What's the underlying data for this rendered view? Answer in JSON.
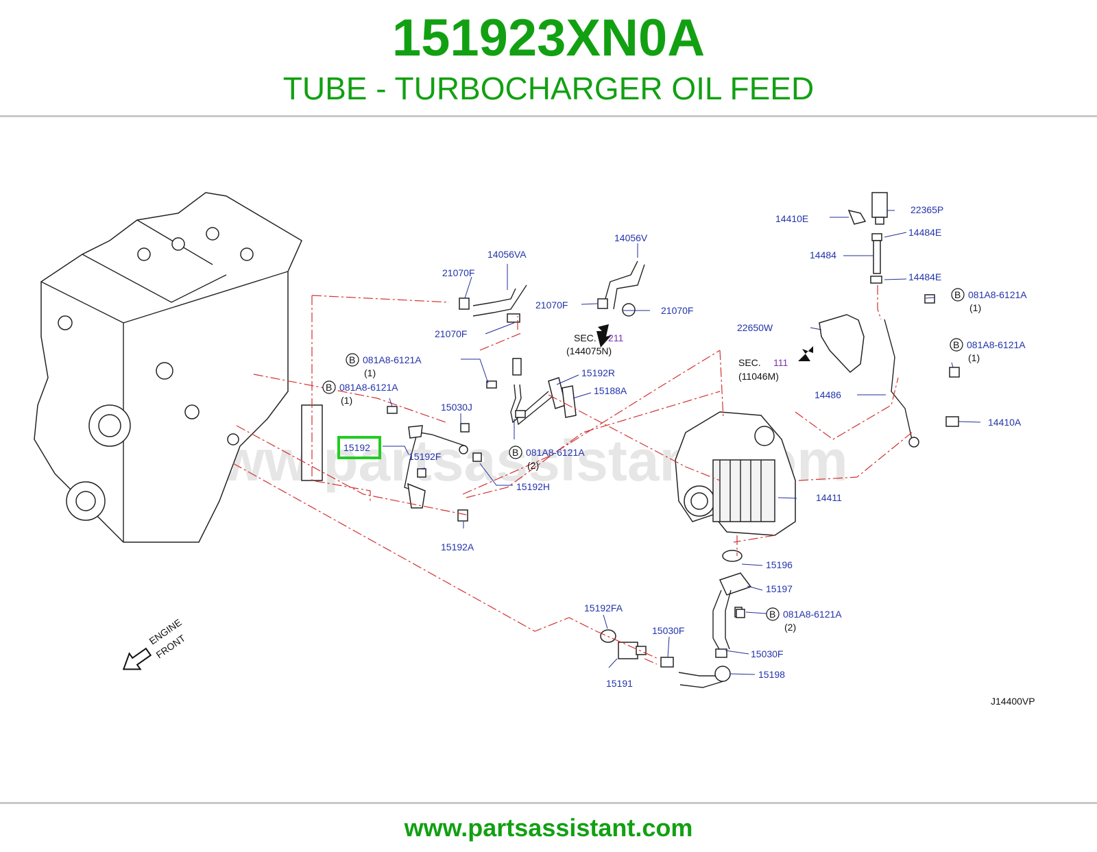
{
  "header": {
    "part_number": "151923XN0A",
    "part_name": "TUBE - TURBOCHARGER OIL FEED"
  },
  "diagram": {
    "watermark": "www.partsassistant.com",
    "highlight_color": "#22cc22",
    "label_color": "#2233aa",
    "leader_color": "#d23030",
    "labels": {
      "p14056VA": "14056VA",
      "p14056V": "14056V",
      "p21070F_a": "21070F",
      "p21070F_b": "21070F",
      "p21070F_c": "21070F",
      "p21070F_d": "21070F",
      "sec211_prefix": "SEC.",
      "sec211_num": "211",
      "sec211_sub": "(144075N)",
      "sec111_prefix": "SEC.",
      "sec111_num": "111",
      "sec111_sub": "(11046M)",
      "bolt_letter": "B",
      "bolt_a": "081A8-6121A",
      "bolt_a_qty": "(1)",
      "bolt_b": "081A8-6121A",
      "bolt_b_qty": "(1)",
      "bolt_c": "081A8-6121A",
      "bolt_c_qty": "(2)",
      "bolt_d": "081A8-6121A",
      "bolt_d_qty": "(1)",
      "bolt_e": "081A8-6121A",
      "bolt_e_qty": "(1)",
      "bolt_f": "081A8-6121A",
      "bolt_f_qty": "(2)",
      "p15030J": "15030J",
      "p15192": "15192",
      "p15192F": "15192F",
      "p15192H": "15192H",
      "p15192A": "15192A",
      "p15192R": "15192R",
      "p15188A": "15188A",
      "p14410E": "14410E",
      "p22365P": "22365P",
      "p14484E_a": "14484E",
      "p14484": "14484",
      "p14484E_b": "14484E",
      "p22650W": "22650W",
      "p14486": "14486",
      "p14410A": "14410A",
      "p14411": "14411",
      "p15196": "15196",
      "p15197": "15197",
      "p15192FA": "15192FA",
      "p15030F_a": "15030F",
      "p15030F_b": "15030F",
      "p15191": "15191",
      "p15198": "15198",
      "engine_front_line1": "ENGINE",
      "engine_front_line2": "FRONT",
      "diagram_code": "J14400VP"
    }
  },
  "footer": {
    "website": "www.partsassistant.com"
  }
}
